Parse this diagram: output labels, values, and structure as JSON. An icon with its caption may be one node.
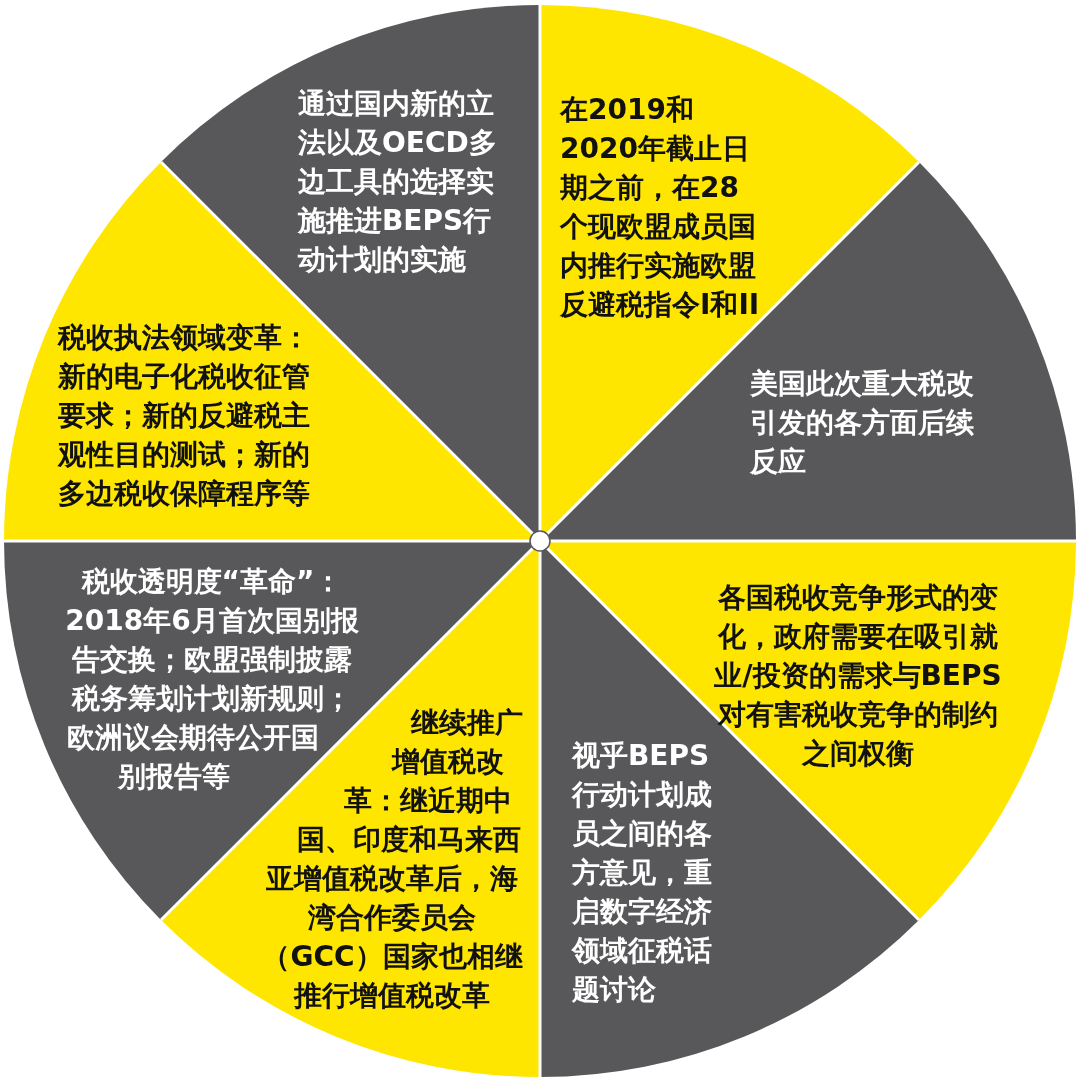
{
  "diagram": {
    "nodes": [
      {
        "text": [
          "通过国内新的立法以及OECD多边工具的选择实施推进BEPS行动计划的实施"
        ]
      },
      {
        "text": [
          "在2019和2020年截止日期之前，在28个现欧盟成员国内推行实施欧盟反避税指令I和II"
        ]
      },
      {
        "text": [
          "美国此次重大税改引发的各方面后续反应"
        ]
      },
      {
        "text": [
          "各国税收竞争形式的变化，政府需要在吸引就业/投资的需求与BEPS对有害税收竞争的制约之间权衡"
        ]
      },
      {
        "text": [
          "视乎BEPS行动计划成员之间的各方意见，重启数字经济领域征税话题讨论"
        ]
      },
      {
        "text": [
          "继续推广增值税改革：继近期中国、印度和马来西亚增值税改革后，海湾合作委员会（GCC）国家也相继推行增值税改革"
        ]
      },
      {
        "text": [
          "税收透明度“革命”：2018年6月首次国别报告交换；欧盟强制披露税务筹划计划新规则；欧洲议会期待公开国别报告等"
        ]
      },
      {
        "text": [
          "税收执法领域变革：新的电子化税收征管要求；新的反避税主观性目的测试；新的多边税收保障程序等"
        ]
      }
    ]
  }
}
